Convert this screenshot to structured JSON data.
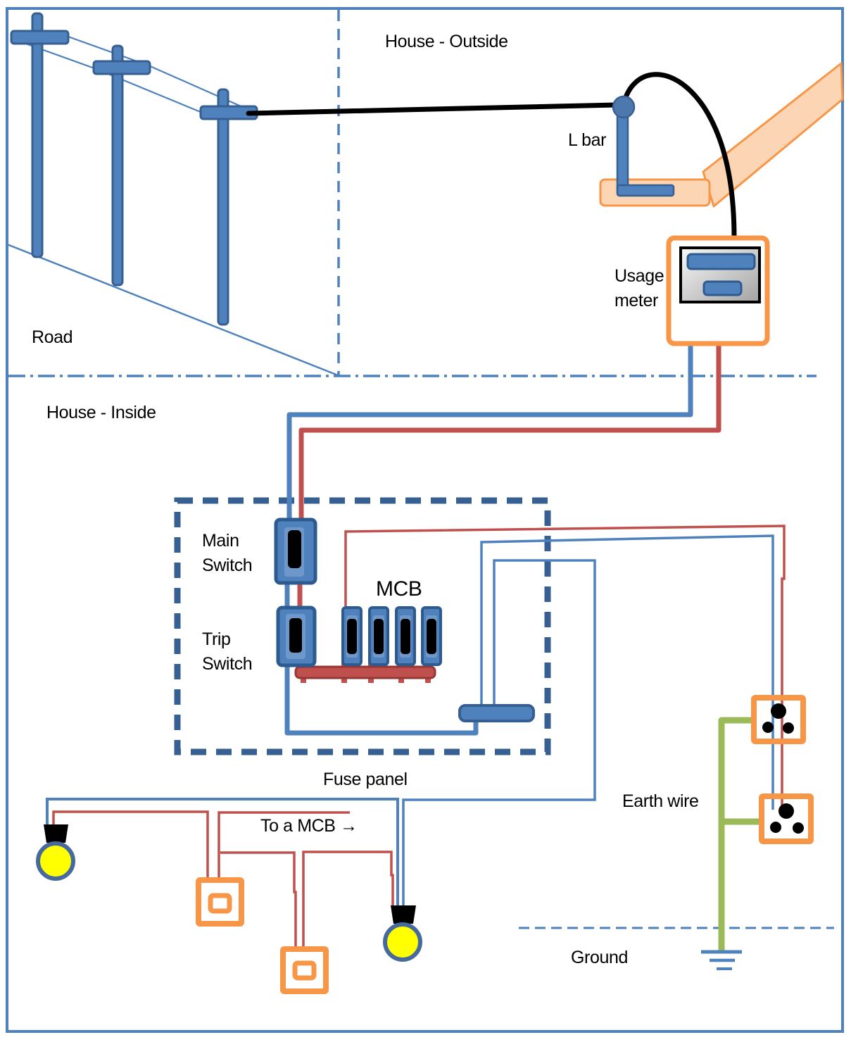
{
  "outside": {
    "zone_label": "House - Outside",
    "road_label": "Road",
    "l_bar_label": "L bar",
    "usage_meter_label_line1": "Usage",
    "usage_meter_label_line2": "meter"
  },
  "inside": {
    "zone_label": "House - Inside",
    "main_switch_label_line1": "Main",
    "main_switch_label_line2": "Switch",
    "trip_switch_label_line1": "Trip",
    "trip_switch_label_line2": "Switch",
    "mcb_label": "MCB",
    "fuse_panel_label": "Fuse panel",
    "to_mcb_label": "To a MCB →",
    "earth_wire_label": "Earth wire",
    "ground_label": "Ground"
  },
  "colors": {
    "frame_blue": "#4F81BD",
    "dark_blue": "#365F91",
    "switch_fill": "#4F81BD",
    "switch_track": "#6E98CA",
    "wire_red": "#C0504D",
    "bus_red_border": "#953735",
    "orange": "#F79646",
    "orange_fill": "#FCD5B4",
    "earth_green": "#9BBB59",
    "bulb_yellow": "#FFFF00",
    "panel_dash_blue": "#366092",
    "wire_black": "#000000"
  }
}
